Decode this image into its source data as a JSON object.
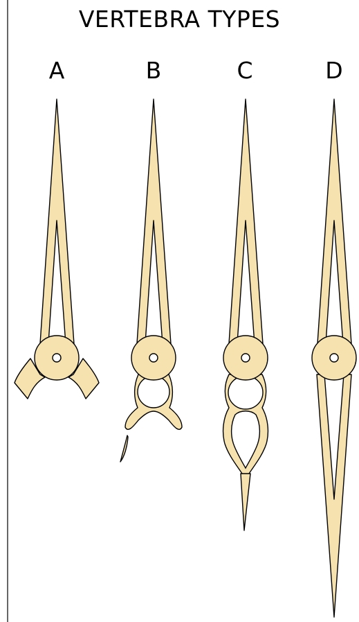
{
  "title": "VERTEBRA TYPES",
  "types": [
    {
      "label": "A"
    },
    {
      "label": "B"
    },
    {
      "label": "C"
    },
    {
      "label": "D"
    }
  ],
  "colors": {
    "bone": "#f5e2ae",
    "outline": "#000000",
    "background": "#ffffff"
  }
}
